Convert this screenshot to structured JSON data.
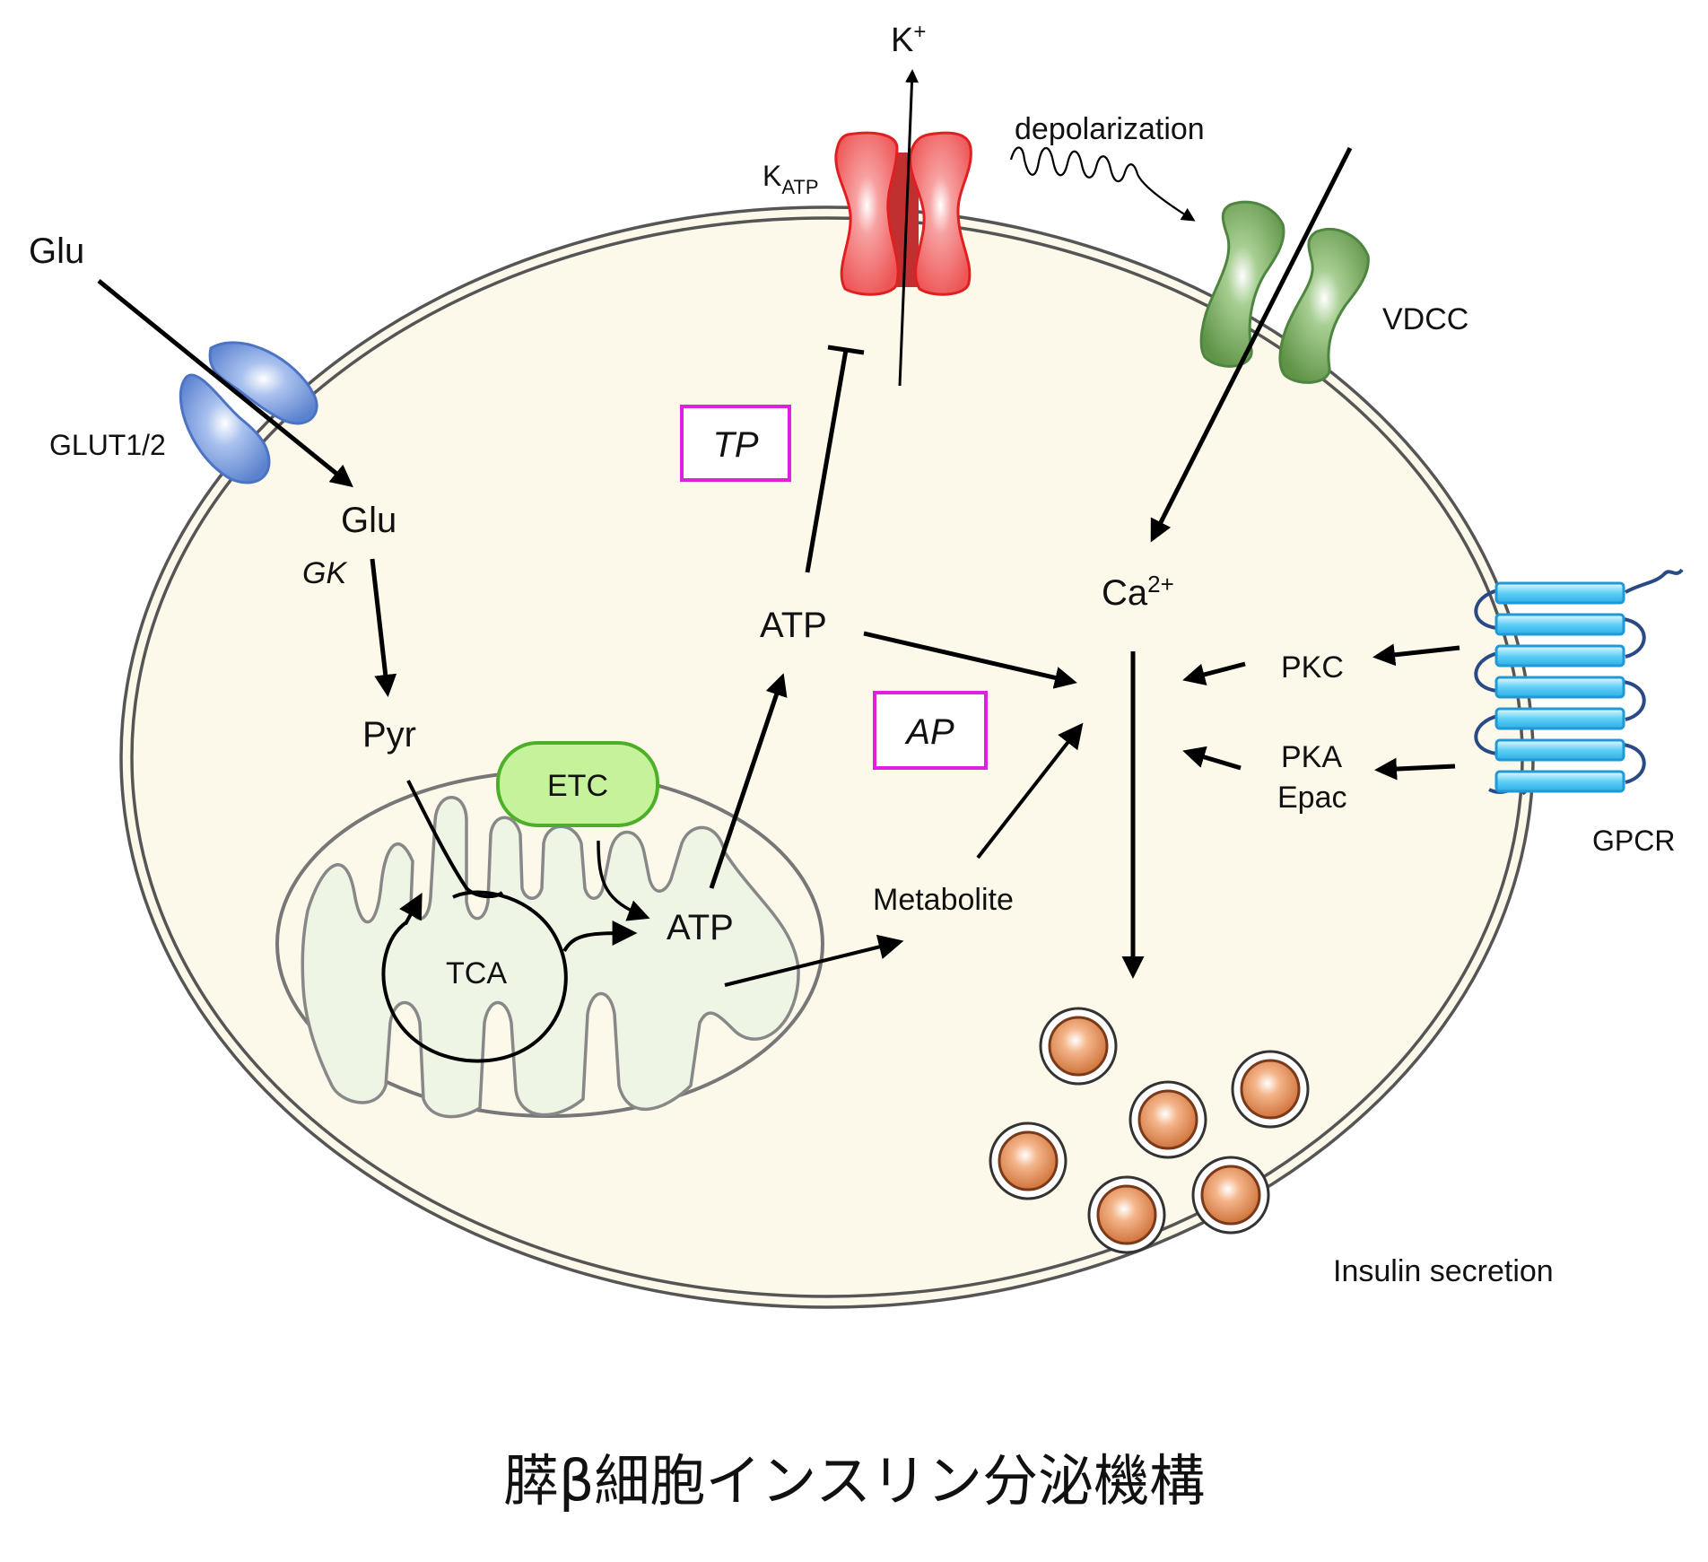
{
  "labels": {
    "glu_outside": "Glu",
    "glut": "GLUT1/2",
    "glu_inside": "Glu",
    "gk": "GK",
    "pyr": "Pyr",
    "tca": "TCA",
    "etc": "ETC",
    "atp_mito": "ATP",
    "atp_cyto": "ATP",
    "metabolite": "Metabolite",
    "tp": "TP",
    "ap": "AP",
    "katp_main": "K",
    "katp_sub": "ATP",
    "k_ion_main": "K",
    "k_ion_sup": "+",
    "depolarization": "depolarization",
    "vdcc": "VDCC",
    "ca_main": "Ca",
    "ca_sup": "2+",
    "pkc": "PKC",
    "pka": "PKA",
    "epac": "Epac",
    "gpcr": "GPCR",
    "insulin_secretion": "Insulin secretion"
  },
  "caption": "膵β細胞インスリン分泌機構",
  "colors": {
    "cell_fill": "#fdf9ea",
    "mito_fill": "#eef5e4",
    "etc_fill": "#c5f29a",
    "etc_stroke": "#4caf28",
    "glut": "#6a8fd6",
    "katp": "#f06a6a",
    "vdcc": "#6f9e5a",
    "gpcr": "#4dc3f0",
    "granule": "#d9844e",
    "box_magenta": "#e020e0"
  }
}
